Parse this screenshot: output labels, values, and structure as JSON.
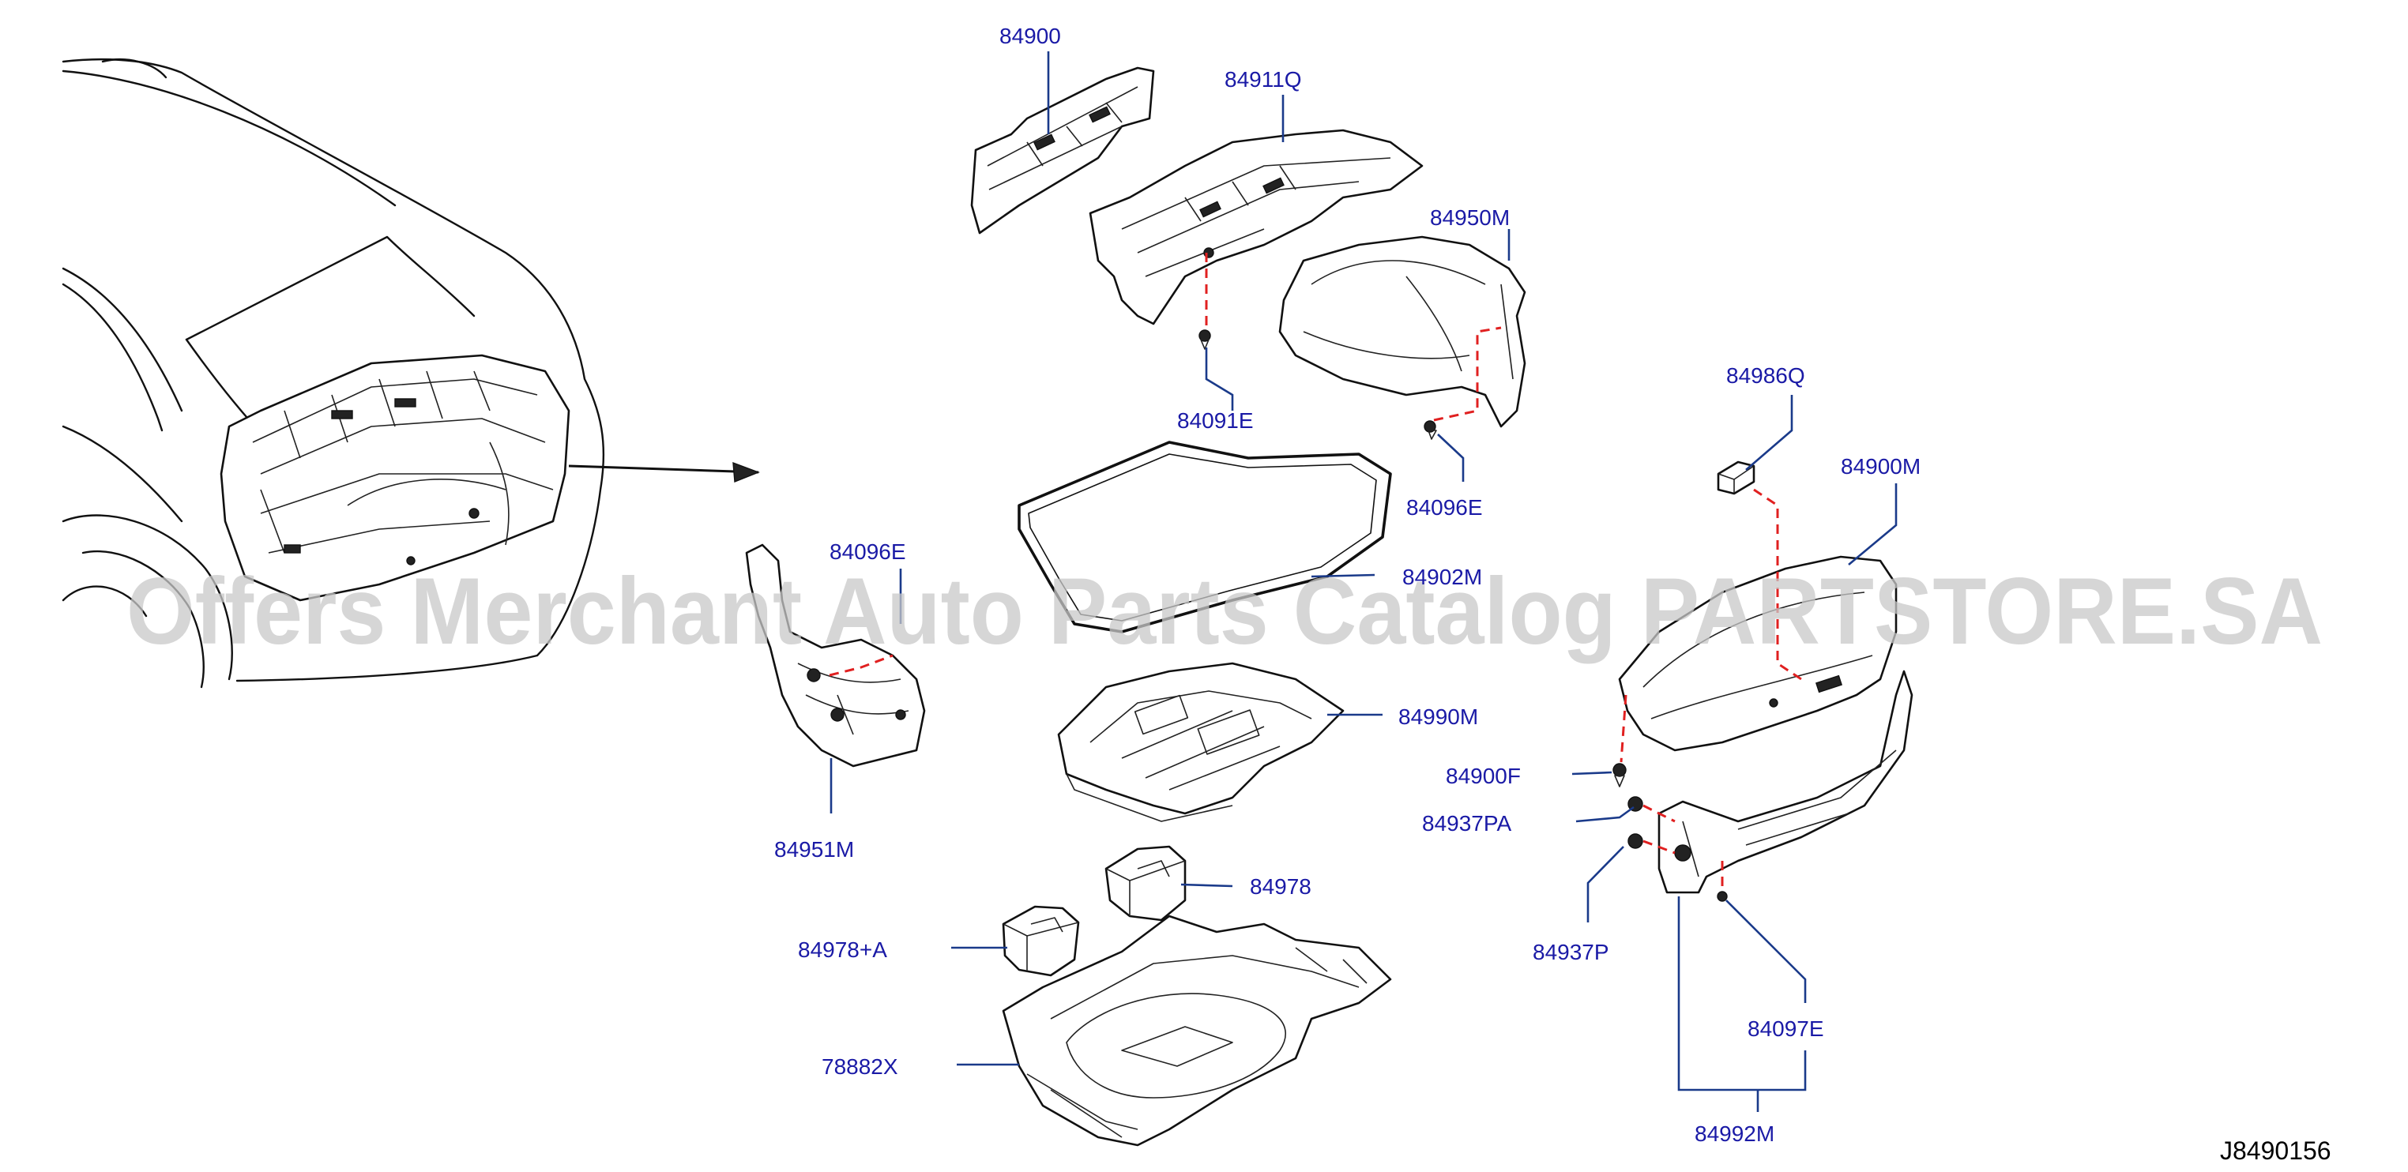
{
  "diagram": {
    "code": "J8490156",
    "watermark": "Offers Merchant Auto Parts Catalog PARTSTORE.SA",
    "label_color": "#1a1aa6",
    "leader_color": "#1a3a8a",
    "clip_line_color": "#e02020"
  },
  "parts": [
    {
      "id": "84900"
    },
    {
      "id": "84911Q"
    },
    {
      "id": "84950M"
    },
    {
      "id": "84091E"
    },
    {
      "id": "84096E"
    },
    {
      "id": "84986Q"
    },
    {
      "id": "84900M"
    },
    {
      "id": "84096E"
    },
    {
      "id": "84902M"
    },
    {
      "id": "84990M"
    },
    {
      "id": "84900F"
    },
    {
      "id": "84937PA"
    },
    {
      "id": "84951M"
    },
    {
      "id": "84978"
    },
    {
      "id": "84978+A"
    },
    {
      "id": "84937P"
    },
    {
      "id": "84097E"
    },
    {
      "id": "78882X"
    },
    {
      "id": "84992M"
    }
  ]
}
